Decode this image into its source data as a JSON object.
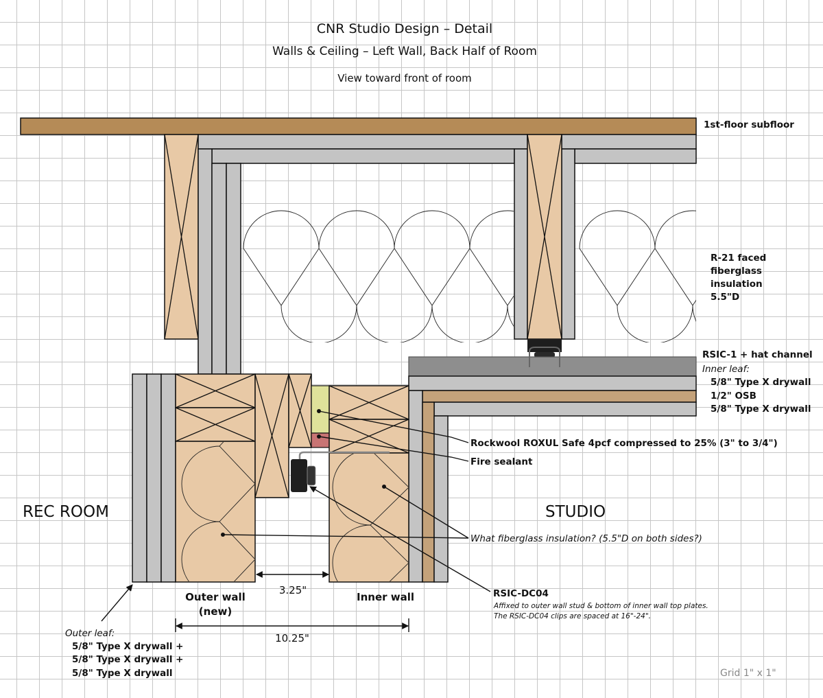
{
  "title": "CNR Studio Design – Detail",
  "subtitle": "Walls & Ceiling – Left Wall, Back Half of Room",
  "view_note": "View toward front of room",
  "labels": {
    "subfloor": "1st-floor subfloor",
    "ceiling_insulation": [
      "R-21 faced",
      "fiberglass",
      "insulation",
      "5.5\"D"
    ],
    "rsic1": "RSIC-1 + hat channel",
    "inner_leaf_title": "Inner leaf:",
    "inner_leaf": [
      "5/8\" Type X drywall",
      "1/2\" OSB",
      "5/8\" Type X drywall"
    ],
    "rockwool": "Rockwool ROXUL Safe 4pcf compressed to 25% (3\" to 3/4\")",
    "fire_sealant": "Fire sealant",
    "wall_insulation_q": "What fiberglass insulation? (5.5\"D on both sides?)",
    "rsic_dc04": "RSIC-DC04",
    "rsic_dc04_note": [
      "Affixed to outer wall stud & bottom of inner wall top plates.",
      "The RSIC-DC04 clips are spaced at 16\"-24\"."
    ],
    "outer_leaf_title": "Outer leaf:",
    "outer_leaf": [
      "5/8\" Type X drywall +",
      "5/8\" Type X drywall +",
      "5/8\" Type X drywall"
    ],
    "outer_wall": [
      "Outer wall",
      "(new)"
    ],
    "inner_wall": "Inner wall",
    "gap_dim": "3.25\"",
    "total_dim": "10.25\"",
    "rec_room": "REC ROOM",
    "studio": "STUDIO",
    "grid_note": "Grid 1\" x 1\""
  },
  "colors": {
    "subfloor": "#b58b57",
    "lumber": "#e8c9a6",
    "drywall": "#c4c4c4",
    "osb": "#c4a27a",
    "rockwool": "#dfe29a",
    "fire_sealant": "#c87474",
    "hat_channel": "#8e8e8e"
  }
}
